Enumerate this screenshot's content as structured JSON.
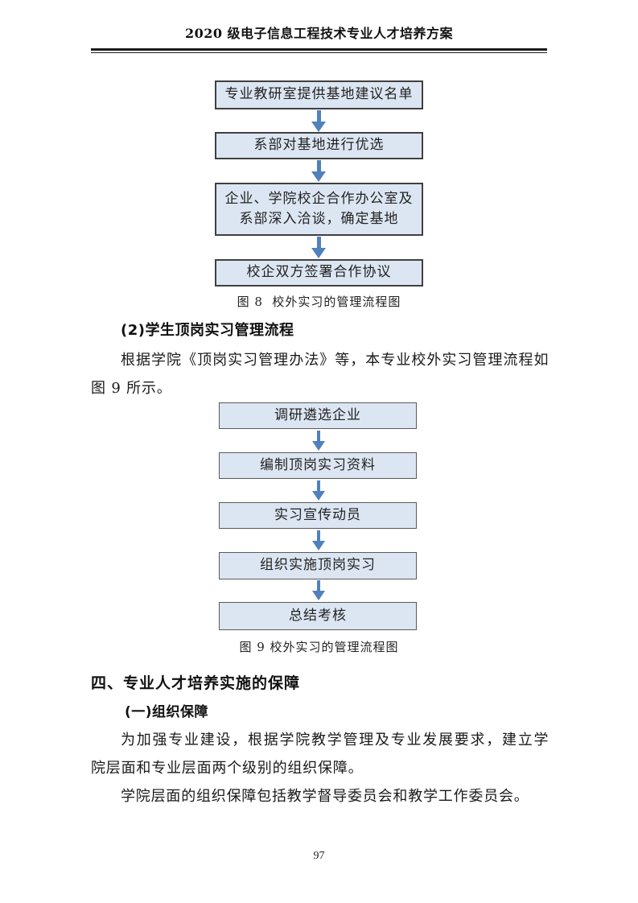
{
  "header": {
    "title": "2020 级电子信息工程技术专业人才培养方案"
  },
  "flowchart8": {
    "steps": [
      "专业教研室提供基地建议名单",
      "系部对基地进行优选",
      "企业、学院校企合作办公室及\n系部深入洽谈，确定基地",
      "校企双方签署合作协议"
    ],
    "caption": "图 8  校外实习的管理流程图"
  },
  "section_internship": {
    "heading": "(2)学生顶岗实习管理流程",
    "paragraph_line1": "根据学院《顶岗实习管理办法》等，本专业校外实习管理流程如",
    "paragraph_line2": "图 9 所示。"
  },
  "flowchart9": {
    "steps": [
      "调研遴选企业",
      "编制顶岗实习资料",
      "实习宣传动员",
      "组织实施顶岗实习",
      "总结考核"
    ],
    "caption": "图 9 校外实习的管理流程图"
  },
  "section_guarantee": {
    "heading": "四、专业人才培养实施的保障",
    "subheading": "(一)组织保障",
    "para1_line1": "为加强专业建设，根据学院教学管理及专业发展要求，建立学",
    "para1_line2": "院层面和专业层面两个级别的组织保障。",
    "para2": "学院层面的组织保障包括教学督导委员会和教学工作委员会。"
  },
  "footer": {
    "page_number": "97"
  },
  "colors": {
    "box_fill": "#dce6f2",
    "box_border_dark": "#404040",
    "box_border_gray": "#595959",
    "arrow_blue": "#4f81bd"
  }
}
